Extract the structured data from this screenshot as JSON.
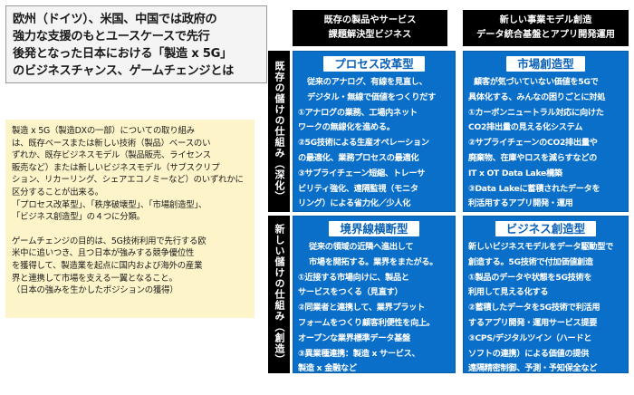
{
  "title": {
    "lines": [
      "欧州（ドイツ）、米国、中国では政府の",
      "強力な支援のもとユースケースで先行",
      "後発となった日本における「製造 x 5G」",
      "のビジネスチャンス、ゲームチェンジとは"
    ]
  },
  "description": {
    "para1": [
      "製造 x 5G（製造DXの一部）についての取り組み",
      "は、既存ベースまたは新しい技術（製品）ベースのい",
      "ずれか、既存ビジネスモデル（製品販売、ライセンス",
      "販売など）または新しいビジネスモデル（サブスクリプ",
      "ション、リカーリング、シェアエコノミーなど）のいずれかに",
      "区分することが出来る。",
      "「プロセス改革型」、「秩序破壊型」、「市場創造型」、",
      "「ビジネス創造型」の４つに分類。"
    ],
    "para2": [
      "ゲームチェンジの目的は、5G技術利用で先行する欧",
      "米中に追いつき、且つ日本が強みする競争優位性",
      "を獲得して、製造業を起点に国内および海外の産業",
      "界と連携して市場を支える一翼となること。",
      "（日本の強みを生かしたポジションの獲得）"
    ]
  },
  "columns": [
    {
      "lines": [
        "既存の製品やサービス",
        "課題解決型ビジネス"
      ]
    },
    {
      "lines": [
        "新しい事業モデル創造",
        "データ統合基盤とアプリ開発運用"
      ]
    }
  ],
  "rows": [
    {
      "label": "既存の儲けの仕組み（深化）"
    },
    {
      "label": "新しい儲けの仕組み（創造）"
    }
  ],
  "cells": {
    "process": {
      "title": "プロセス改革型",
      "lines": [
        "従来のアナログ、有線を見直し、",
        "デジタル・無線で価値をつくりだす",
        "①アナログの業務、工場内ネット",
        "ワークの無線化を進める。",
        "②5G技術による生産オペレーション",
        "の最適化、業務プロセスの最適化",
        "③サプライチェーン短縮、トレーサ",
        "ビリティ強化、遠隔監視（モニタ",
        "リング）による省力化／少人化"
      ]
    },
    "market": {
      "title": "市場創造型",
      "lines": [
        "顧客が気づいていない価値を5Gで",
        "具体化する、みんなの困りごとに対処",
        "①カーボンニュートラル対応に向けた",
        "CO2排出量の見える化システム",
        "②サプライチェーンのCO2排出量や",
        "廃棄物、在庫やロスを減らすなどの",
        "IT x OT Data Lake構築",
        "③Data Lakeに蓄積されたデータを",
        "利活用するアプリ開発・運用"
      ]
    },
    "disrupt": {
      "title": "境界線横断型",
      "lines": [
        "従来の領域の近隣へ進出して",
        "市場を開拓する。業界をまたがる。",
        "①近接する市場向けに、製品と",
        "サービスをつくる（見直す）",
        "②同業者と連携して、業界プラット",
        "フォームをつくり顧客利便性を向上。",
        "オープンな業界標準データ基盤",
        "③異業種連携：製造 x サービス、",
        "製造 x 金融など"
      ]
    },
    "business": {
      "title": "ビジネス創造型",
      "lines": [
        "新しいビジネスモデルをデータ駆動型で",
        "創造する。5G技術で付加価値創造",
        "①製品のデータや状態を5G技術を",
        "利用して見える化する",
        "②蓄積したデータを5G技術で利活用",
        "するアプリ開発・運用サービス提要",
        "③CPS/デジタルツイン（ハードと",
        "ソフトの連携）による価値の提供",
        "遠隔精密制御、予測・予知保全など"
      ]
    }
  },
  "colors": {
    "cell_blue": "#0a6fc9",
    "header_black": "#000000",
    "desc_bg": "#fdf5c9",
    "title_bg": "#f4f4f4"
  }
}
